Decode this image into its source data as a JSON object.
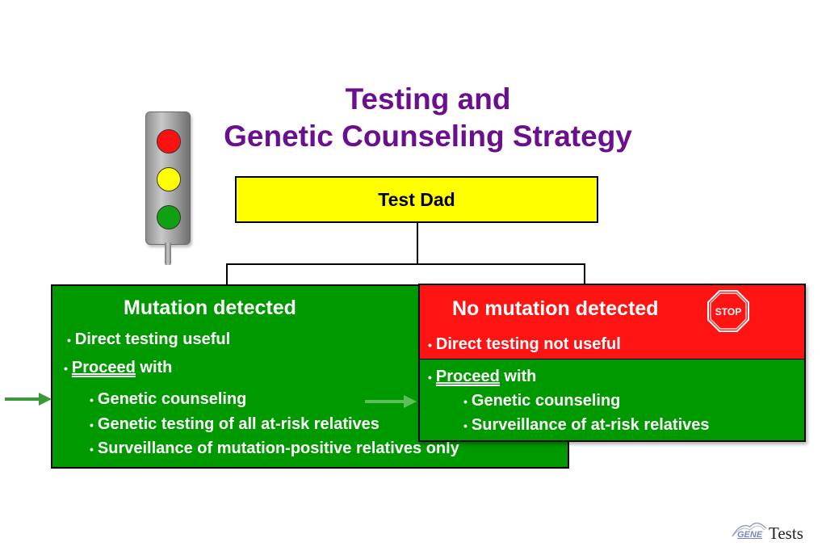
{
  "title": {
    "line1": "Testing and",
    "line2": "Genetic Counseling Strategy"
  },
  "top_box": {
    "label": "Test Dad",
    "color": "#ffff00"
  },
  "left_box": {
    "heading": "Mutation detected",
    "color": "#009900",
    "bullet1": "Direct testing useful",
    "proceed_word": "Proceed",
    "proceed_rest": " with",
    "sub_items": [
      "Genetic counseling",
      "Genetic testing of all at-risk relatives",
      "Surveillance of mutation-positive relatives only"
    ]
  },
  "right_box": {
    "heading": "No mutation detected",
    "color": "#ff1414",
    "bullet1": "Direct testing not useful",
    "proceed_word": "Proceed",
    "proceed_rest": " with",
    "sub_items": [
      "Genetic counseling",
      "Surveillance of at-risk relatives"
    ]
  },
  "stop_sign": {
    "label": "STOP"
  },
  "traffic_light": {
    "lamps": [
      "red",
      "yellow",
      "green"
    ]
  },
  "logo": {
    "gene": "GENE",
    "tests": "Tests"
  }
}
